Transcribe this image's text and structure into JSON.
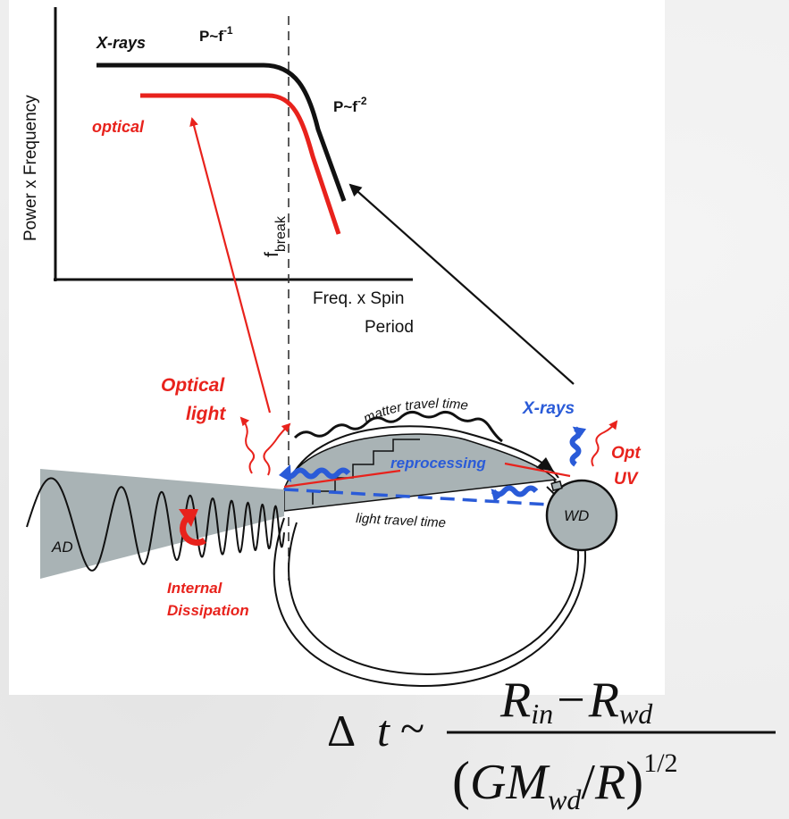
{
  "plot": {
    "ylabel": "Power x Frequency",
    "xlabel_line1": "Freq. x Spin",
    "xlabel_line2": "Period",
    "series_xrays": "X-rays",
    "series_optical": "optical",
    "law1_base": "P~f",
    "law1_exp": "-1",
    "law2_base": "P~f",
    "law2_exp": "-2",
    "fbreak_base": "f",
    "fbreak_sub": "break"
  },
  "sketch": {
    "optical_light_1": "Optical",
    "optical_light_2": "light",
    "matter_travel": "matter travel time",
    "xrays": "X-rays",
    "reprocessing": "reprocessing",
    "light_travel": "light travel time",
    "opt": "Opt",
    "uv": "UV",
    "wd": "WD",
    "ad": "AD",
    "internal_1": "Internal",
    "internal_2": "Dissipation"
  },
  "equation": {
    "delta": "Δ",
    "t": "t",
    "sim": "~",
    "R": "R",
    "sub_in": "in",
    "minus": "−",
    "sub_wd": "wd",
    "open_paren": "(",
    "GM": "GM",
    "slash": "/",
    "close_paren": ")",
    "exponent": "1/2"
  },
  "colors": {
    "red": "#e8221c",
    "blue": "#2a5bd8",
    "gray_fill": "#a9b3b5",
    "black": "#111111"
  }
}
